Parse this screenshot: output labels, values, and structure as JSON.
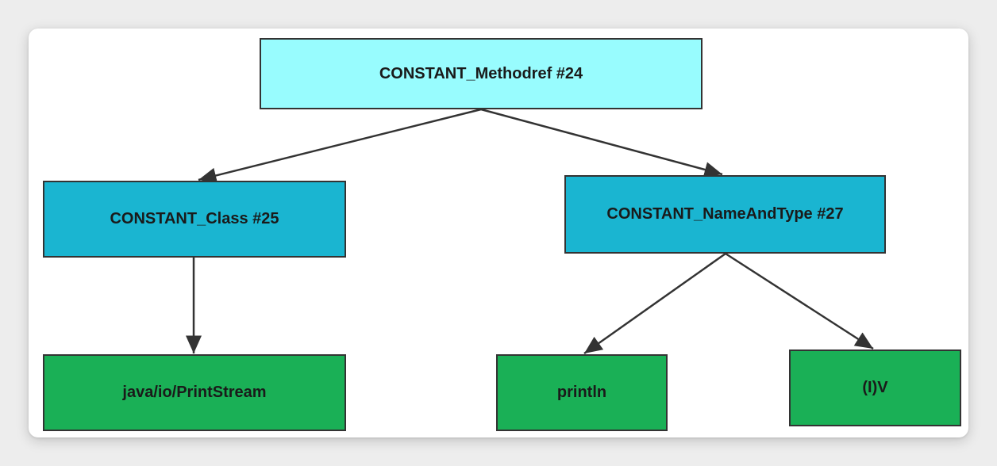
{
  "colors": {
    "root_fill": "#98fcfe",
    "mid_fill": "#1ab5d1",
    "leaf_fill": "#1ab056",
    "stroke": "#333333"
  },
  "nodes": {
    "root": "CONSTANT_Methodref  #24",
    "class": "CONSTANT_Class  #25",
    "name_and_type": "CONSTANT_NameAndType  #27",
    "class_name": "java/io/PrintStream",
    "method_name": "println",
    "descriptor": "(I)V"
  }
}
